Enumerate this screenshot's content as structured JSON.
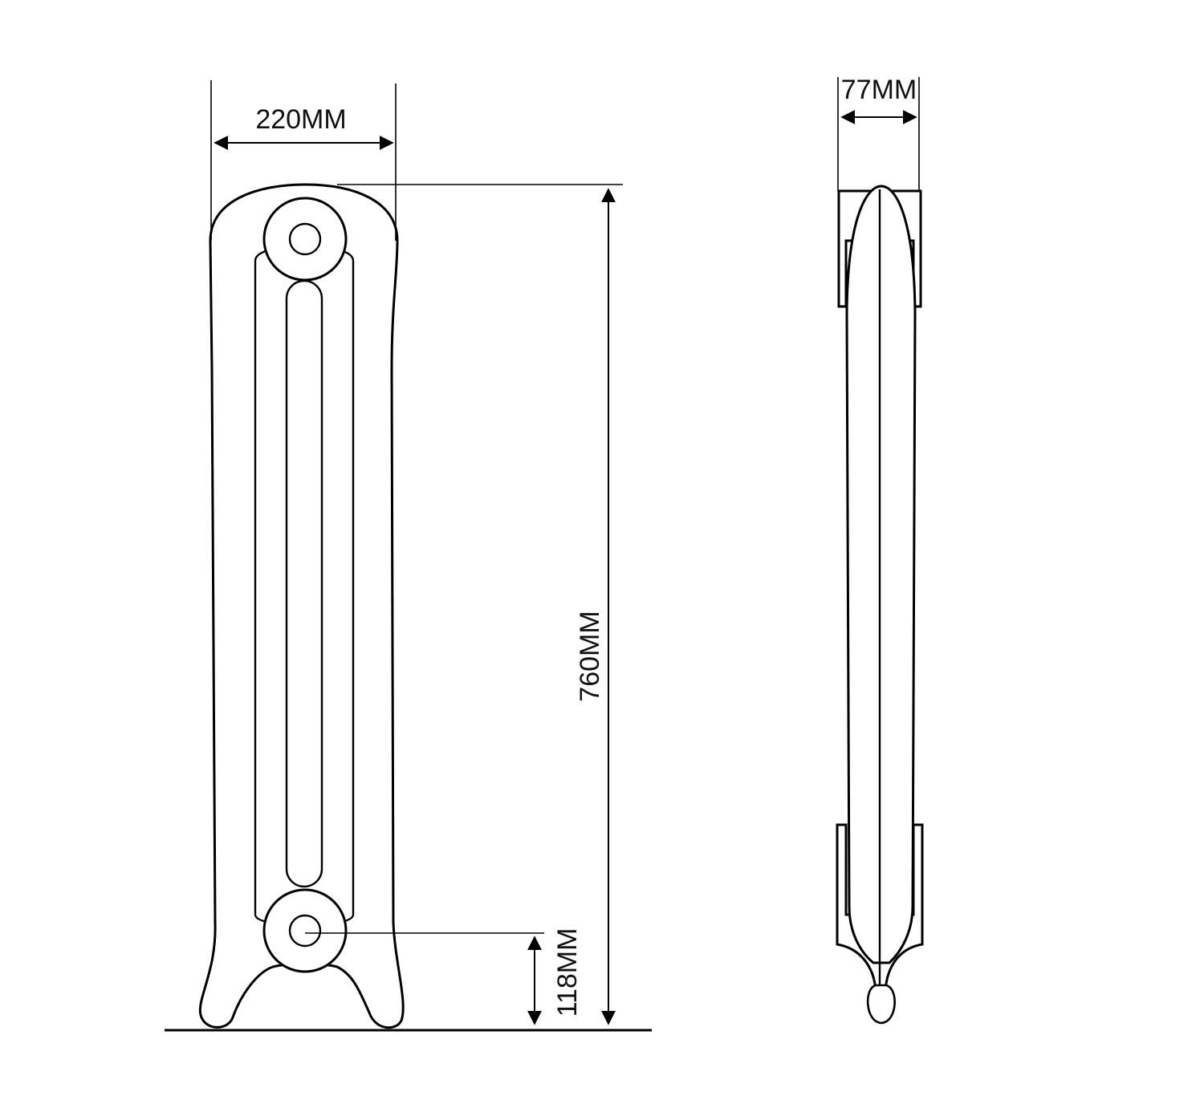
{
  "diagram": {
    "dimensions": {
      "width_label": "220MM",
      "height_label": "760MM",
      "pipe_height_label": "118MM",
      "depth_label": "77MM"
    },
    "colors": {
      "line": "#000000",
      "background": "#ffffff"
    }
  }
}
